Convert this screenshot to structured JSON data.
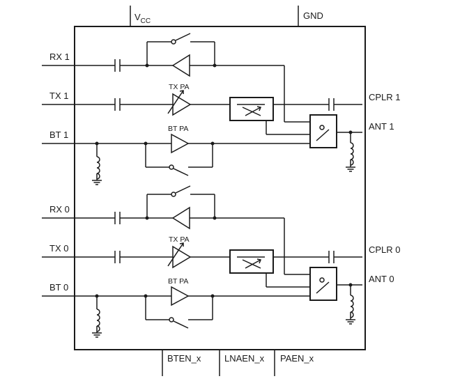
{
  "top_pins": {
    "vcc": "V",
    "vcc_sub": "CC",
    "gnd": "GND"
  },
  "channel_1": {
    "rx": "RX 1",
    "tx": "TX 1",
    "bt": "BT 1",
    "tx_pa": "TX PA",
    "bt_pa": "BT PA",
    "cplr": "CPLR 1",
    "ant": "ANT 1"
  },
  "channel_0": {
    "rx": "RX 0",
    "tx": "TX 0",
    "bt": "BT 0",
    "tx_pa": "TX PA",
    "bt_pa": "BT PA",
    "cplr": "CPLR 0",
    "ant": "ANT 0"
  },
  "bottom_pins": {
    "bten": "BTEN_x",
    "lnaen": "LNAEN_x",
    "paen": "PAEN_x"
  }
}
